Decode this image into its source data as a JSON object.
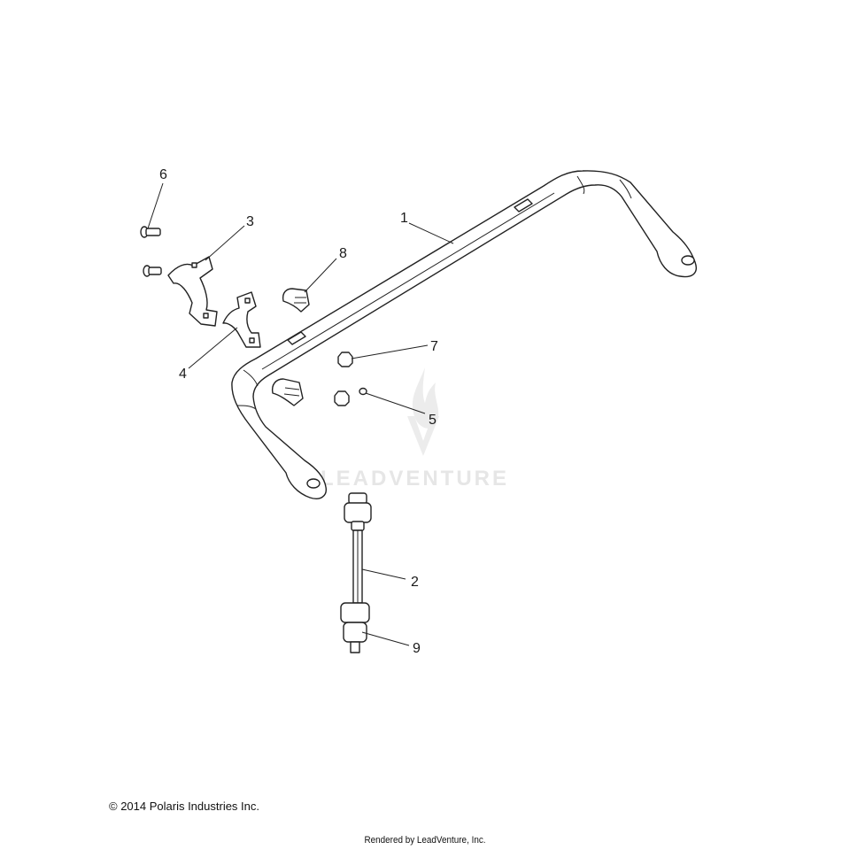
{
  "watermark": {
    "text": "LEADVENTURE"
  },
  "callouts": {
    "c1": "1",
    "c2": "2",
    "c3": "3",
    "c4": "4",
    "c5": "5",
    "c6": "6",
    "c7": "7",
    "c8": "8",
    "c9": "9"
  },
  "footer": {
    "copyright": "© 2014 Polaris Industries Inc.",
    "rendered": "Rendered by LeadVenture, Inc."
  }
}
